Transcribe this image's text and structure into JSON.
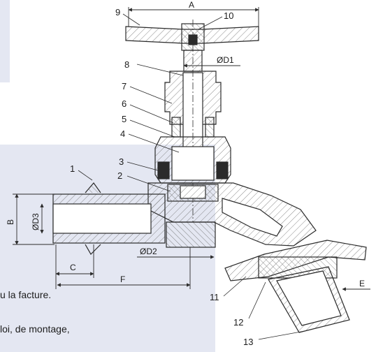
{
  "callouts": {
    "n1": "1",
    "n2": "2",
    "n3": "3",
    "n4": "4",
    "n5": "5",
    "n6": "6",
    "n7": "7",
    "n8": "8",
    "n9": "9",
    "n10": "10",
    "n11": "11",
    "n12": "12",
    "n13": "13"
  },
  "dimensions": {
    "a": "A",
    "b": "B",
    "c": "C",
    "e": "E",
    "f": "F",
    "d1": "ØD1",
    "d2": "ØD2",
    "d3": "ØD3"
  },
  "background_text": {
    "line1": "u la facture.",
    "line2": "loi, de montage,"
  },
  "colors": {
    "panel": "#e4e7f2",
    "line": "#2b2b2b",
    "hatch": "#6d6d6d"
  }
}
